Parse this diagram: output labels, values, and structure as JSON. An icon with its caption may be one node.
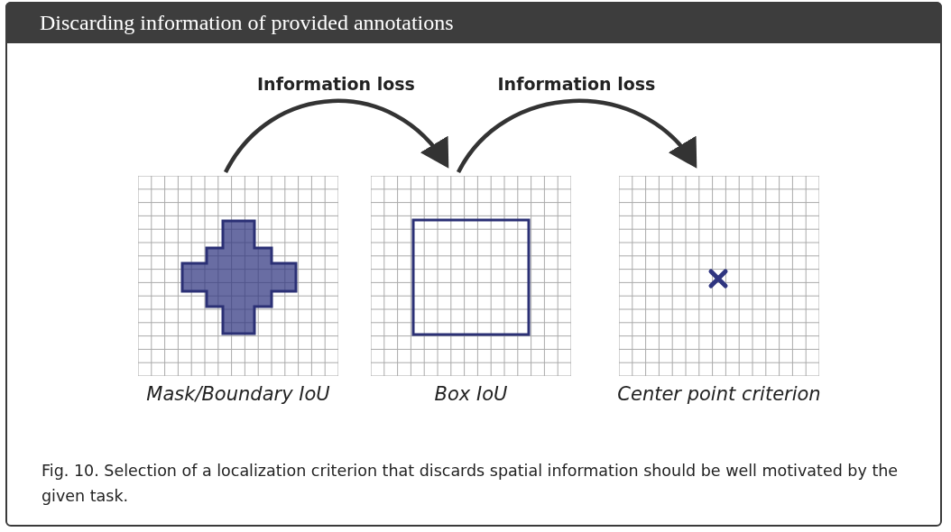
{
  "diagram": {
    "title": "Discarding information of provided annotations",
    "caption": "Fig. 10. Selection of a localization criterion that discards spatial information should be well motivated by the given task.",
    "nodes": [
      {
        "text": [],
        "shape": "picture",
        "beside": [
          "Mask/Boundary IoU"
        ]
      },
      {
        "text": [],
        "shape": "picture",
        "beside": [
          "Box IoU"
        ]
      },
      {
        "text": [],
        "shape": "picture",
        "beside": [
          "Center point criterion"
        ]
      }
    ],
    "edges": [
      {
        "from": 0,
        "to": 1,
        "arrow": "to",
        "label": "Information loss"
      },
      {
        "from": 1,
        "to": 2,
        "arrow": "to",
        "label": "Information loss"
      }
    ]
  }
}
